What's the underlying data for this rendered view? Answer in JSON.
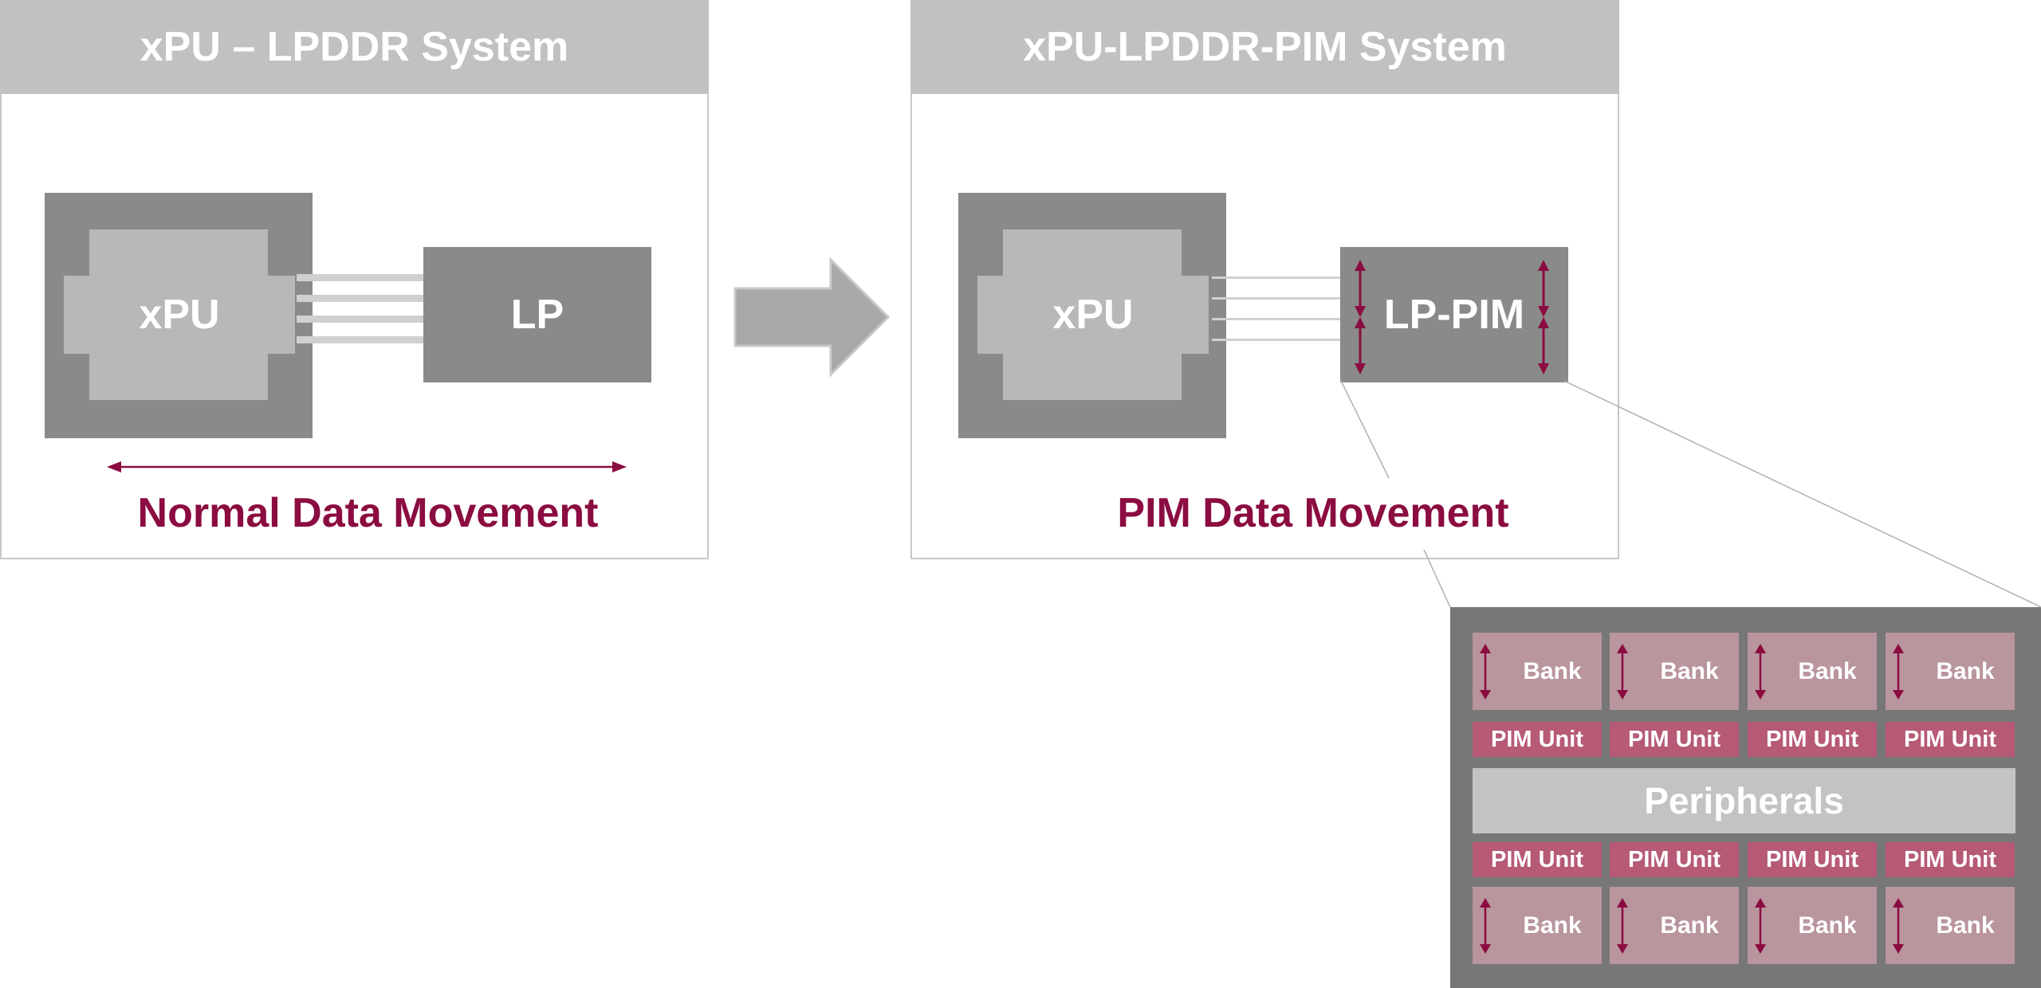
{
  "left_panel": {
    "title": "xPU – LPDDR System",
    "processor_label": "xPU",
    "memory_label": "LP",
    "caption": "Normal Data Movement"
  },
  "right_panel": {
    "title": "xPU-LPDDR-PIM System",
    "processor_label": "xPU",
    "memory_label": "LP-PIM",
    "caption": "PIM Data Movement"
  },
  "detail": {
    "bank_label": "Bank",
    "pim_unit_label": "PIM Unit",
    "peripherals_label": "Peripherals",
    "top_banks": [
      "Bank",
      "Bank",
      "Bank",
      "Bank"
    ],
    "top_pim_units": [
      "PIM Unit",
      "PIM Unit",
      "PIM Unit",
      "PIM Unit"
    ],
    "bottom_pim_units": [
      "PIM Unit",
      "PIM Unit",
      "PIM Unit",
      "PIM Unit"
    ],
    "bottom_banks": [
      "Bank",
      "Bank",
      "Bank",
      "Bank"
    ]
  },
  "colors": {
    "accent": "#8b0c41",
    "header_bg": "#c1c1c1",
    "chip_dark": "#8a8a8a",
    "chip_light": "#b8b8b8",
    "bank_bg": "#b9959d",
    "pim_unit_bg": "#b65a76",
    "peripherals_bg": "#c3c3c3",
    "zoom_bg": "#777777"
  }
}
